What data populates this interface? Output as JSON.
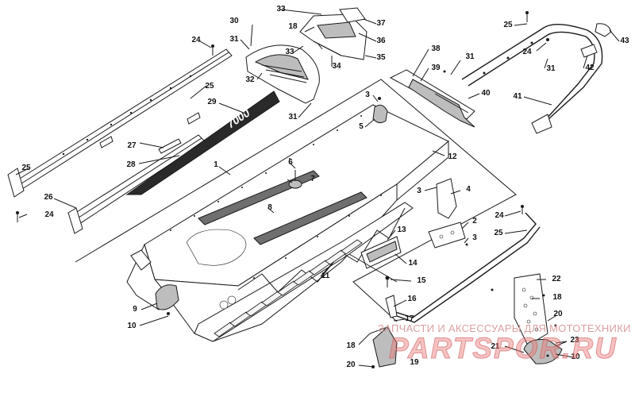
{
  "callouts": [
    {
      "text": "1"
    },
    {
      "text": "2"
    },
    {
      "text": "3"
    },
    {
      "text": "3"
    },
    {
      "text": "3"
    },
    {
      "text": "4"
    },
    {
      "text": "5"
    },
    {
      "text": "6"
    },
    {
      "text": "7"
    },
    {
      "text": "8"
    },
    {
      "text": "9"
    },
    {
      "text": "10"
    },
    {
      "text": "10"
    },
    {
      "text": "11"
    },
    {
      "text": "12"
    },
    {
      "text": "13"
    },
    {
      "text": "14"
    },
    {
      "text": "15"
    },
    {
      "text": "16"
    },
    {
      "text": "17"
    },
    {
      "text": "18"
    },
    {
      "text": "18"
    },
    {
      "text": "18"
    },
    {
      "text": "19"
    },
    {
      "text": "20"
    },
    {
      "text": "20"
    },
    {
      "text": "21"
    },
    {
      "text": "22"
    },
    {
      "text": "23"
    },
    {
      "text": "24"
    },
    {
      "text": "24"
    },
    {
      "text": "24"
    },
    {
      "text": "24"
    },
    {
      "text": "25"
    },
    {
      "text": "25"
    },
    {
      "text": "25"
    },
    {
      "text": "25"
    },
    {
      "text": "26"
    },
    {
      "text": "27"
    },
    {
      "text": "28"
    },
    {
      "text": "29"
    },
    {
      "text": "30"
    },
    {
      "text": "31"
    },
    {
      "text": "31"
    },
    {
      "text": "31"
    },
    {
      "text": "31"
    },
    {
      "text": "32"
    },
    {
      "text": "33"
    },
    {
      "text": "33"
    },
    {
      "text": "34"
    },
    {
      "text": "35"
    },
    {
      "text": "36"
    },
    {
      "text": "37"
    },
    {
      "text": "38"
    },
    {
      "text": "39"
    },
    {
      "text": "40"
    },
    {
      "text": "41"
    },
    {
      "text": "42"
    },
    {
      "text": "43"
    }
  ],
  "decal_text": "7000",
  "watermark": {
    "caption": "ЗАПЧАСТИ И АКСЕССУАРЫ ДЛЯ МОТОТЕХНИКИ",
    "logo": "PARTSPOR.RU"
  },
  "colors": {
    "line": "#1a1a1a",
    "watermark": "#e87878",
    "background": "#ffffff"
  }
}
